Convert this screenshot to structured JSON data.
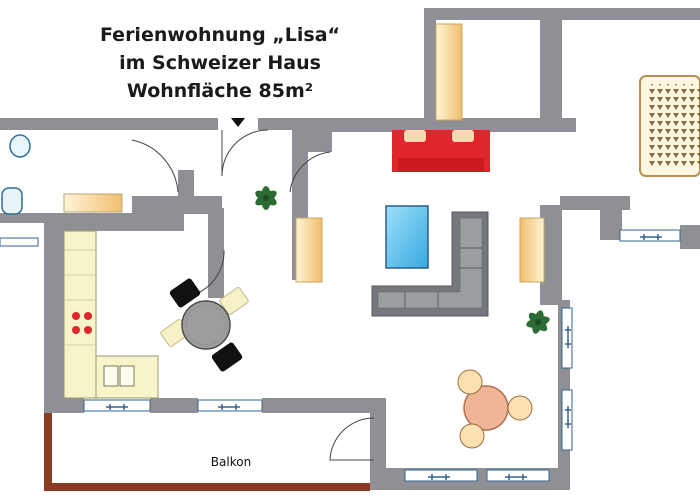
{
  "title": {
    "line1": "Ferienwohnung  „Lisa“",
    "line2": "im Schweizer Haus",
    "line3": "Wohnfläche 85m²"
  },
  "rooms": {
    "balcony_label": "Balkon"
  },
  "colors": {
    "wall": "#8e9095",
    "floor": "#ffffff",
    "sofa_red": "#e0262b",
    "sofa_grey": "#74777c",
    "table_rug": "#52b9e8",
    "wood": "#f2c77f",
    "dining_table": "#f0b497",
    "balcony_rail": "#8b3a23",
    "plant": "#2d6b34"
  }
}
